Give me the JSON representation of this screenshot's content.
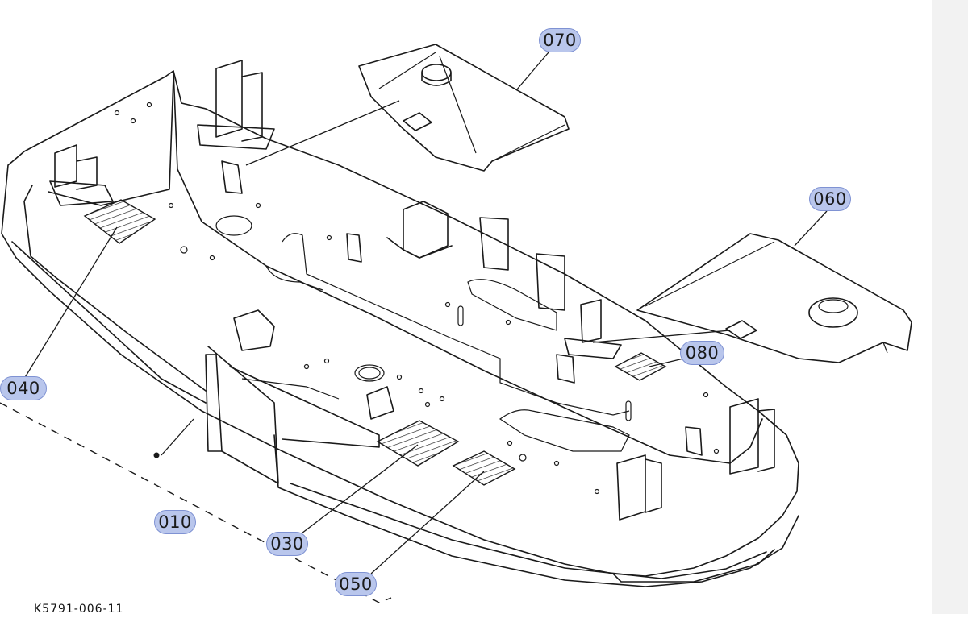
{
  "diagram": {
    "drawing_number": "K5791-006-11",
    "callouts": [
      {
        "id": "010",
        "label": "010"
      },
      {
        "id": "030",
        "label": "030"
      },
      {
        "id": "040",
        "label": "040"
      },
      {
        "id": "050",
        "label": "050"
      },
      {
        "id": "060",
        "label": "060"
      },
      {
        "id": "070",
        "label": "070"
      },
      {
        "id": "080",
        "label": "080"
      }
    ],
    "colors": {
      "callout_fill": "#b9c6ec",
      "callout_border": "#7f92d3",
      "line": "#1a1a1a",
      "background": "#ffffff",
      "side_strip": "#f2f2f2"
    }
  }
}
